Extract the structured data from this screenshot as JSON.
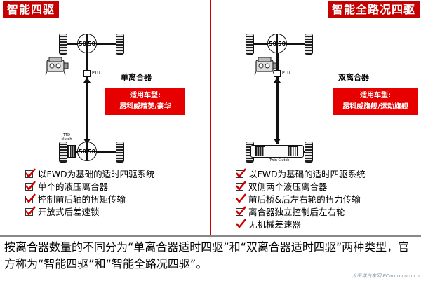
{
  "left": {
    "title": "智能四驱",
    "diagram": {
      "diff_left_value": "50",
      "diff_right_value": "50",
      "ptu_label": "PTU",
      "rear_device_label": "TTD\nclutch"
    },
    "clutch_type": "单离合器",
    "applicable_title": "适用车型:",
    "applicable_models": "昂科威精英/豪华",
    "features": [
      "以FWD为基础的适时四驱系统",
      "单个的液压离合器",
      "控制前后轴的扭矩传输",
      "开放式后差速锁"
    ]
  },
  "right": {
    "title": "智能全路况四驱",
    "diagram": {
      "diff_left_value": "50",
      "diff_right_value": "50",
      "ptu_label": "PTU",
      "rear_device_label": "Twin Clutch"
    },
    "clutch_type": "双离合器",
    "applicable_title": "适用车型:",
    "applicable_models": "昂科威旗舰/运动旗舰",
    "features": [
      "以FWD为基础的适时四驱系统",
      "双侧两个液压离合器",
      "前后桥&后左右轮的扭力传输",
      "离合器独立控制后左右轮",
      "无机械差速器"
    ]
  },
  "caption": "按离合器数量的不同分为“单离合器适时四驱”和“双离合器适时四驱”两种类型，官方称为“智能四驱”和“智能全路况四驱”。",
  "watermark": "太平洋汽车网 PCauto.com.cn",
  "colors": {
    "accent": "#c50000",
    "badge": "#e60000",
    "check": "#cc0000"
  }
}
